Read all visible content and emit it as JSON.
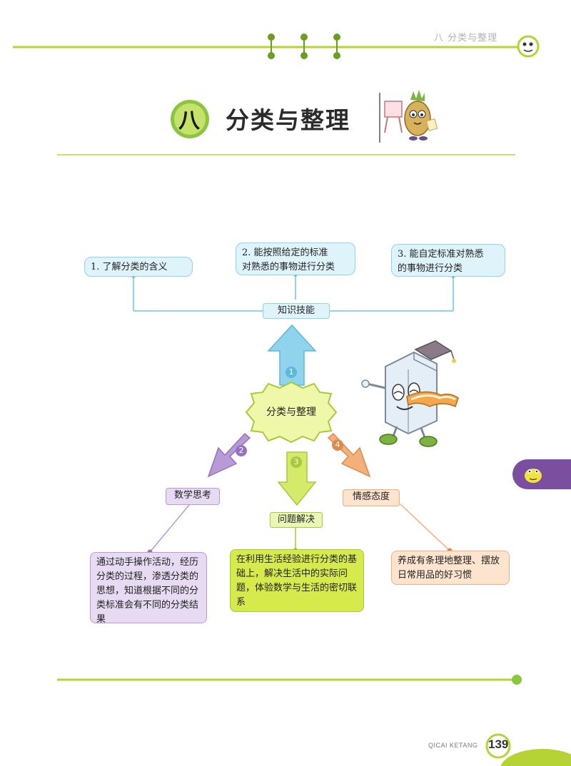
{
  "header": {
    "running_title": "八  分类与整理"
  },
  "chapter": {
    "number": "八",
    "title": "分类与整理"
  },
  "skills": {
    "label": "知识技能",
    "items": [
      "1. 了解分类的含义",
      "2. 能按照给定的标准\n对熟悉的事物进行分类",
      "3. 能自定标准对熟悉\n的事物进行分类"
    ]
  },
  "center": {
    "label": "分类与整理",
    "arrow_numbers": [
      "1",
      "2",
      "3",
      "4"
    ]
  },
  "branches": {
    "math": {
      "label": "数学思考",
      "text": "通过动手操作活动，经历分类的过程，渗透分类的思想，知道根据不同的分类标准会有不同的分类结果"
    },
    "problem": {
      "label": "问题解决",
      "text": "在利用生活经验进行分类的基础上，解决生活中的实际问题，体验数学与生活的密切联系"
    },
    "attitude": {
      "label": "情感态度",
      "text": "养成有条理地整理、摆放日常用品的好习惯"
    }
  },
  "footer": {
    "series": "QICAI KETANG",
    "page": "139"
  },
  "colors": {
    "accent_green": "#b5d334",
    "skill_blue": "#8fd3ec",
    "math_purple": "#b79ad6",
    "problem_green": "#c8e04a",
    "attitude_orange": "#f3b07a"
  }
}
